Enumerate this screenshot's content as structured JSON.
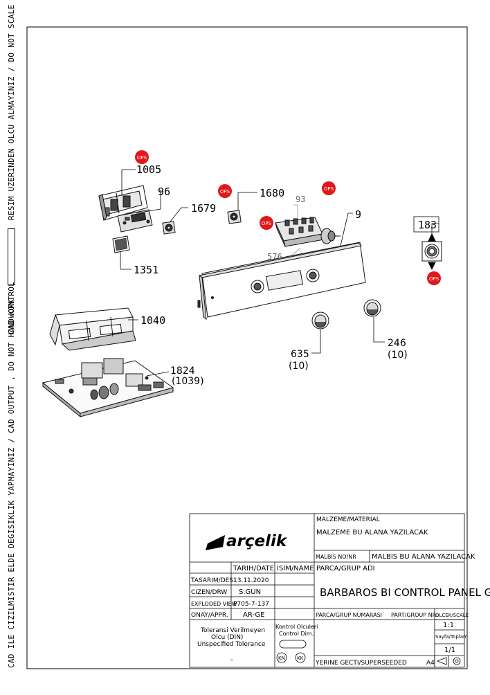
{
  "side_margin": {
    "left_text": "CAD ILE CIZILMISTIR ELDE DEGISIKLIK YAPMAYINIZ / CAD OUTPUT , DO NOT HANDWORK",
    "right_text": "CAD KONTROL",
    "right_text_2": "RESIM UZERINDEN OLCU ALMAYINIZ / DO NOT SCALE"
  },
  "parts": {
    "p1005": "1005",
    "p96": "96",
    "p1679": "1679",
    "p1680": "1680",
    "p93": "93",
    "p9": "9",
    "p576": "576",
    "p183": "183",
    "p1351": "1351",
    "p1040": "1040",
    "p1824": "1824",
    "p1824_sub": "(1039)",
    "p635": "635",
    "p635_sub": "(10)",
    "p246": "246",
    "p246_sub": "(10)",
    "ops": "OPS"
  },
  "title_block": {
    "brand": "arçelik",
    "material_header": "MALZEME/MATERIAL",
    "material_value": "MALZEME BU ALANA YAZILACAK",
    "malbis_label": "MALBIS NO/NR",
    "malbis_value": "MALBIS BU ALANA YAZILACAK",
    "date_header": "TARIH/DATE",
    "name_header": "ISIM/NAME",
    "group_name_label": "PARCA/GRUP ADI",
    "group_name_value": "BARBAROS BI CONTROL PANEL GR",
    "rows": [
      {
        "label": "TASARIM/DES.",
        "date": "13.11.2020",
        "name": ""
      },
      {
        "label": "CIZEN/DRW",
        "date": "S.GUN",
        "name": ""
      },
      {
        "label": "EXPLODED VIEW",
        "date": "P705-7-137",
        "name": ""
      },
      {
        "label": "ONAY/APPR.",
        "date": "AR-GE",
        "name": ""
      }
    ],
    "group_no_label": "PARCA/GRUP NUMARASI",
    "part_group_label": "PART/GROUP NR.",
    "scale_label": "OLCEK/SCALE",
    "scale_value": "1:1",
    "sheet_label": "Sayfa/Toplam",
    "sheet_value": "1/1",
    "tolerance_1": "Toleransi Verilmeyen",
    "tolerance_2": "Olcu (DIN)",
    "tolerance_3": "Unspecified Tolerance",
    "tolerance_value": "-",
    "control_1": "Kontrol Olculeri",
    "control_2": "Control Dim.",
    "kn": "KN",
    "kk": "KK",
    "superseded": "YERINE GECTI/SUPERSEEDED",
    "paper": "A4"
  }
}
